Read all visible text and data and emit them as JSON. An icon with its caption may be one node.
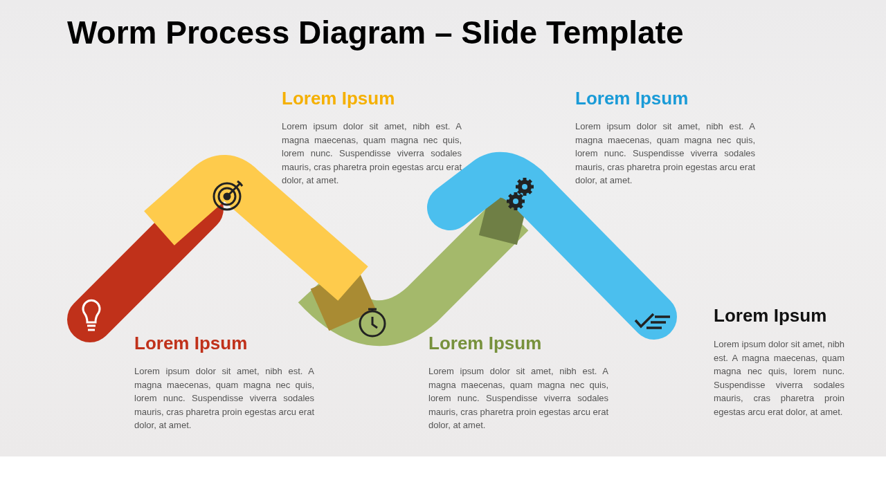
{
  "diagram": {
    "title": "Worm Process Diagram – Slide Template",
    "labels": [
      "Lorem Ipsum",
      "Lorem ipsum dolor sit amet, nibh est. A magna maecenas, quam magna nec quis, lorem nunc. Suspendisse viverra sodales mauris, cras pharetra proin egestas arcu erat dolor, at amet.",
      "Lorem Ipsum",
      "Lorem ipsum dolor sit amet, nibh est. A magna maecenas, quam magna nec quis, lorem nunc. Suspendisse viverra sodales mauris, cras pharetra proin egestas arcu erat dolor, at amet.",
      "Lorem Ipsum",
      "Lorem ipsum dolor sit amet, nibh est. A magna maecenas, quam magna nec quis, lorem nunc. Suspendisse viverra sodales mauris, cras pharetra proin egestas arcu erat dolor, at amet.",
      "Lorem Ipsum",
      "Lorem ipsum dolor sit amet, nibh est. A magna maecenas, quam magna nec quis, lorem nunc. Suspendisse viverra sodales mauris, cras pharetra proin egestas arcu erat dolor, at amet.",
      "Lorem Ipsum",
      "Lorem ipsum dolor sit amet, nibh est. A magna maecenas, quam magna nec quis, lorem nunc. Suspendisse viverra sodales mauris, cras pharetra proin egestas arcu erat dolor, at amet."
    ]
  }
}
